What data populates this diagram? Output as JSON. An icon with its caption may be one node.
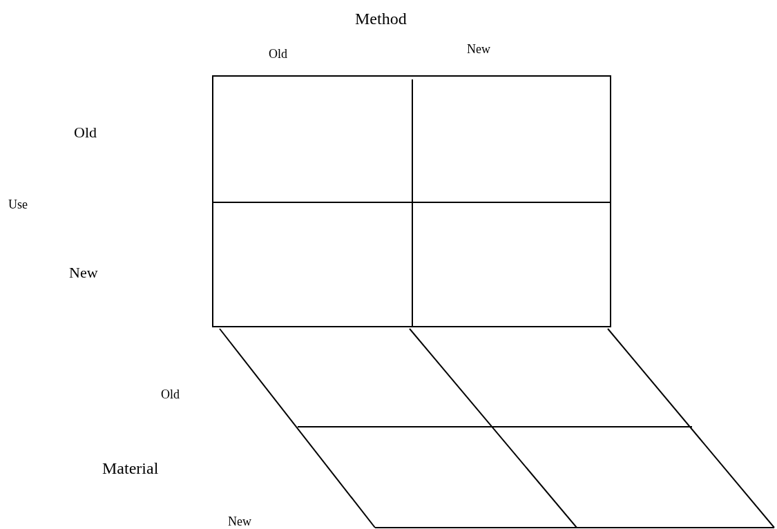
{
  "diagram": {
    "labels": [
      "Method",
      "Old",
      "New",
      "Old",
      "Use",
      "New",
      "Old",
      "Material",
      "New"
    ]
  }
}
